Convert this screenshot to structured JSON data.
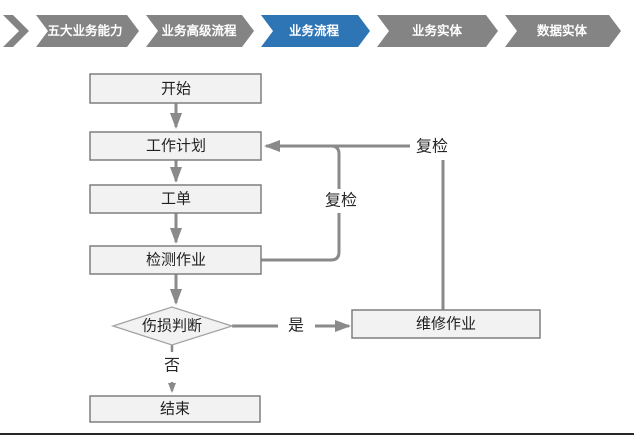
{
  "nav": {
    "marker_color": "#848484",
    "active_color": "#2E75B6",
    "inactive_color": "#848484",
    "items": [
      {
        "label": "五大业务能力",
        "color": "#848484",
        "active": false
      },
      {
        "label": "业务高级流程",
        "color": "#848484",
        "active": false
      },
      {
        "label": "业务流程",
        "color": "#2E75B6",
        "active": true
      },
      {
        "label": "业务实体",
        "color": "#848484",
        "active": false
      },
      {
        "label": "数据实体",
        "color": "#848484",
        "active": false
      }
    ]
  },
  "flowchart": {
    "nodes": [
      {
        "id": "start",
        "label": "开始",
        "type": "process"
      },
      {
        "id": "plan",
        "label": "工作计划",
        "type": "process"
      },
      {
        "id": "order",
        "label": "工单",
        "type": "process"
      },
      {
        "id": "inspect",
        "label": "检测作业",
        "type": "process"
      },
      {
        "id": "judge",
        "label": "伤损判断",
        "type": "decision"
      },
      {
        "id": "repair",
        "label": "维修作业",
        "type": "process"
      },
      {
        "id": "end",
        "label": "结束",
        "type": "process"
      }
    ],
    "edge_labels": {
      "recheck_inner": "复检",
      "recheck_outer": "复检",
      "yes": "是",
      "no": "否"
    }
  }
}
